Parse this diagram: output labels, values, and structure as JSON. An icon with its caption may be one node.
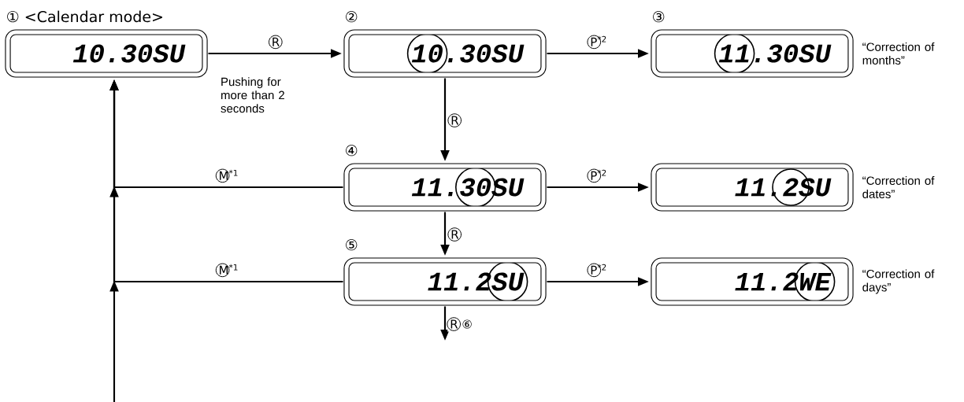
{
  "diagram": {
    "nodes": [
      {
        "text": [
          "① <Calendar mode>",
          "10.30SU"
        ]
      },
      {
        "text": [
          "②",
          "10.30SU"
        ]
      },
      {
        "text": [
          "③",
          "11.30SU"
        ],
        "beside": [
          "“Correction of months”"
        ]
      },
      {
        "text": [
          "④",
          "11.30SU"
        ]
      },
      {
        "text": [
          "11.2SU"
        ],
        "beside": [
          "“Correction of dates”"
        ]
      },
      {
        "text": [
          "⑤",
          "11.2SU"
        ]
      },
      {
        "text": [
          "11.2WE"
        ],
        "beside": [
          "“Correction of days”"
        ]
      }
    ],
    "edges": [
      {
        "from": 0,
        "to": 1,
        "arrow": "to",
        "label": "R"
      },
      {
        "from": 1,
        "to": 2,
        "arrow": "to",
        "label": "P$^{*2}$"
      },
      {
        "from": 1,
        "to": 3,
        "arrow": "to",
        "label": "R"
      },
      {
        "from": 3,
        "to": 4,
        "arrow": "to",
        "label": "P$^{*2}$"
      },
      {
        "from": 3,
        "to": 0,
        "arrow": "to",
        "label": "M$^{*1}$"
      },
      {
        "from": 3,
        "to": 5,
        "arrow": "to",
        "label": "R"
      },
      {
        "from": 5,
        "to": 6,
        "arrow": "to",
        "label": "P$^{*2}$"
      },
      {
        "from": 5,
        "to": 0,
        "arrow": "to",
        "label": "M$^{*1}$"
      },
      {
        "from": 5,
        "to": null,
        "arrow": "to",
        "label": "R ⑥"
      },
      {
        "from": null,
        "to": 0,
        "arrow": "to"
      }
    ],
    "labels": [
      "Pushing for more than 2 seconds"
    ]
  }
}
